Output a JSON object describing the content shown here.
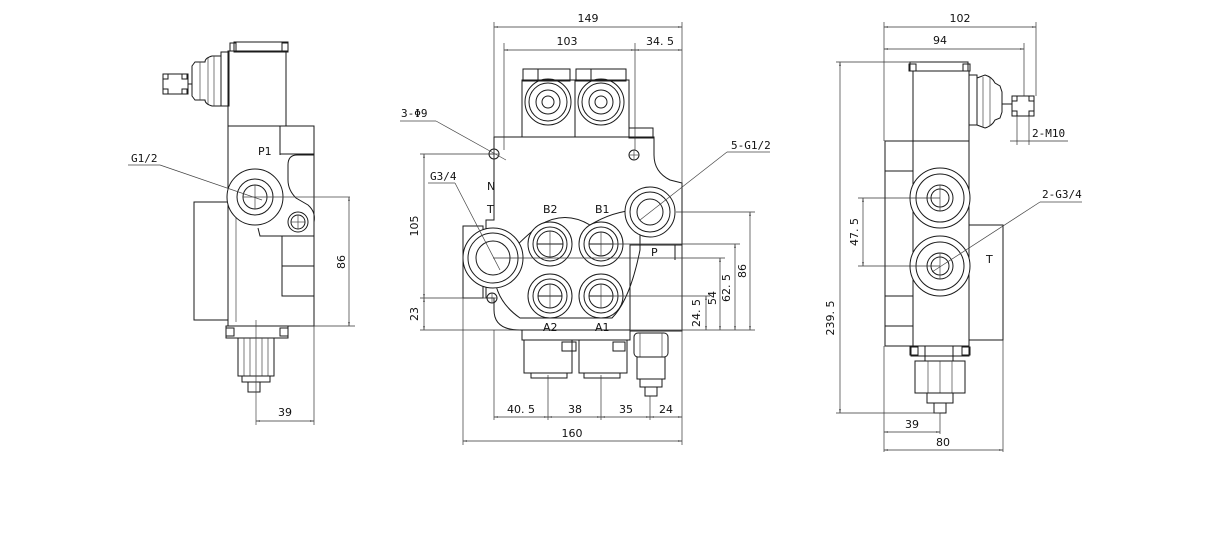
{
  "drawing": {
    "title": "Hydraulic directional control valve - 2 spool, three-view dimension drawing",
    "line_color": "#1a1a1a",
    "background": "#ffffff"
  },
  "left_view": {
    "callouts": {
      "port_thread": "G1/2"
    },
    "ports": {
      "p1": "P1"
    },
    "dimensions": {
      "height_86": "86",
      "width_39": "39"
    }
  },
  "front_view": {
    "callouts": {
      "mount_holes": "3-Φ9",
      "t_port_thread": "G3/4",
      "work_port_thread": "5-G1/2"
    },
    "ports": {
      "n": "N",
      "t": "T",
      "b2": "B2",
      "b1": "B1",
      "p": "P",
      "a2": "A2",
      "a1": "A1"
    },
    "dimensions": {
      "overall_width_top": "149",
      "hole_spacing": "103",
      "offset_34_5": "34. 5",
      "height_105": "105",
      "height_23": "23",
      "height_24_5": "24. 5",
      "height_54": "54",
      "height_62_5": "62. 5",
      "height_86": "86",
      "bottom_40_5": "40. 5",
      "bottom_38": "38",
      "bottom_35": "35",
      "bottom_24": "24",
      "overall_width_bottom": "160"
    }
  },
  "right_view": {
    "callouts": {
      "bolt_thread": "2-M10",
      "port_thread": "2-G3/4"
    },
    "ports": {
      "t": "T"
    },
    "dimensions": {
      "width_102": "102",
      "width_94": "94",
      "port_spacing": "47. 5",
      "overall_height": "239. 5",
      "width_39": "39",
      "width_80": "80"
    }
  }
}
